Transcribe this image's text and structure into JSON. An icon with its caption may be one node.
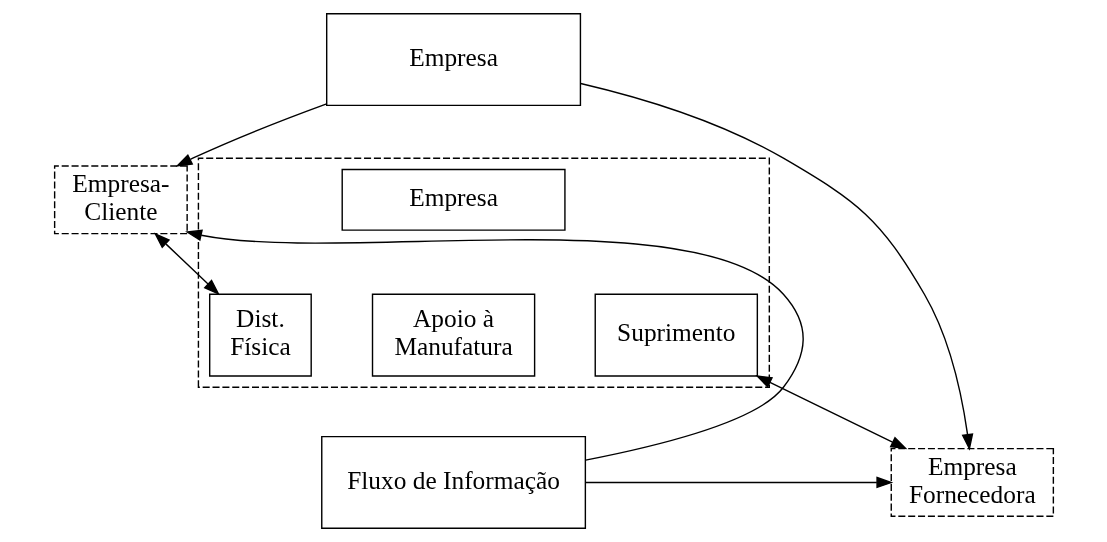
{
  "diagram": {
    "nodes": [
      {
        "text": [
          "Empresa"
        ]
      },
      {
        "text": [],
        "shape": "box"
      },
      {
        "text": [
          "Empresa"
        ],
        "in": 1
      },
      {
        "text": [
          "Dist. Física"
        ],
        "in": 1
      },
      {
        "text": [
          "Apoio à Manufatura"
        ],
        "in": 1
      },
      {
        "text": [
          "Suprimento"
        ],
        "in": 1
      },
      {
        "text": [
          "Empresa-Cliente"
        ]
      },
      {
        "text": [
          "Empresa Fornecedora"
        ]
      },
      {
        "text": [
          "Fluxo de Informação"
        ]
      }
    ],
    "edges": [
      {
        "from": 0,
        "to": 6,
        "arrow": "to"
      },
      {
        "from": 0,
        "to": 7,
        "arrow": "to"
      },
      {
        "from": 6,
        "to": 3,
        "arrow": "both"
      },
      {
        "from": 5,
        "to": 7,
        "arrow": "both"
      },
      {
        "from": 8,
        "to": 6,
        "arrow": "to"
      },
      {
        "from": 8,
        "to": 7,
        "arrow": "to"
      }
    ]
  }
}
